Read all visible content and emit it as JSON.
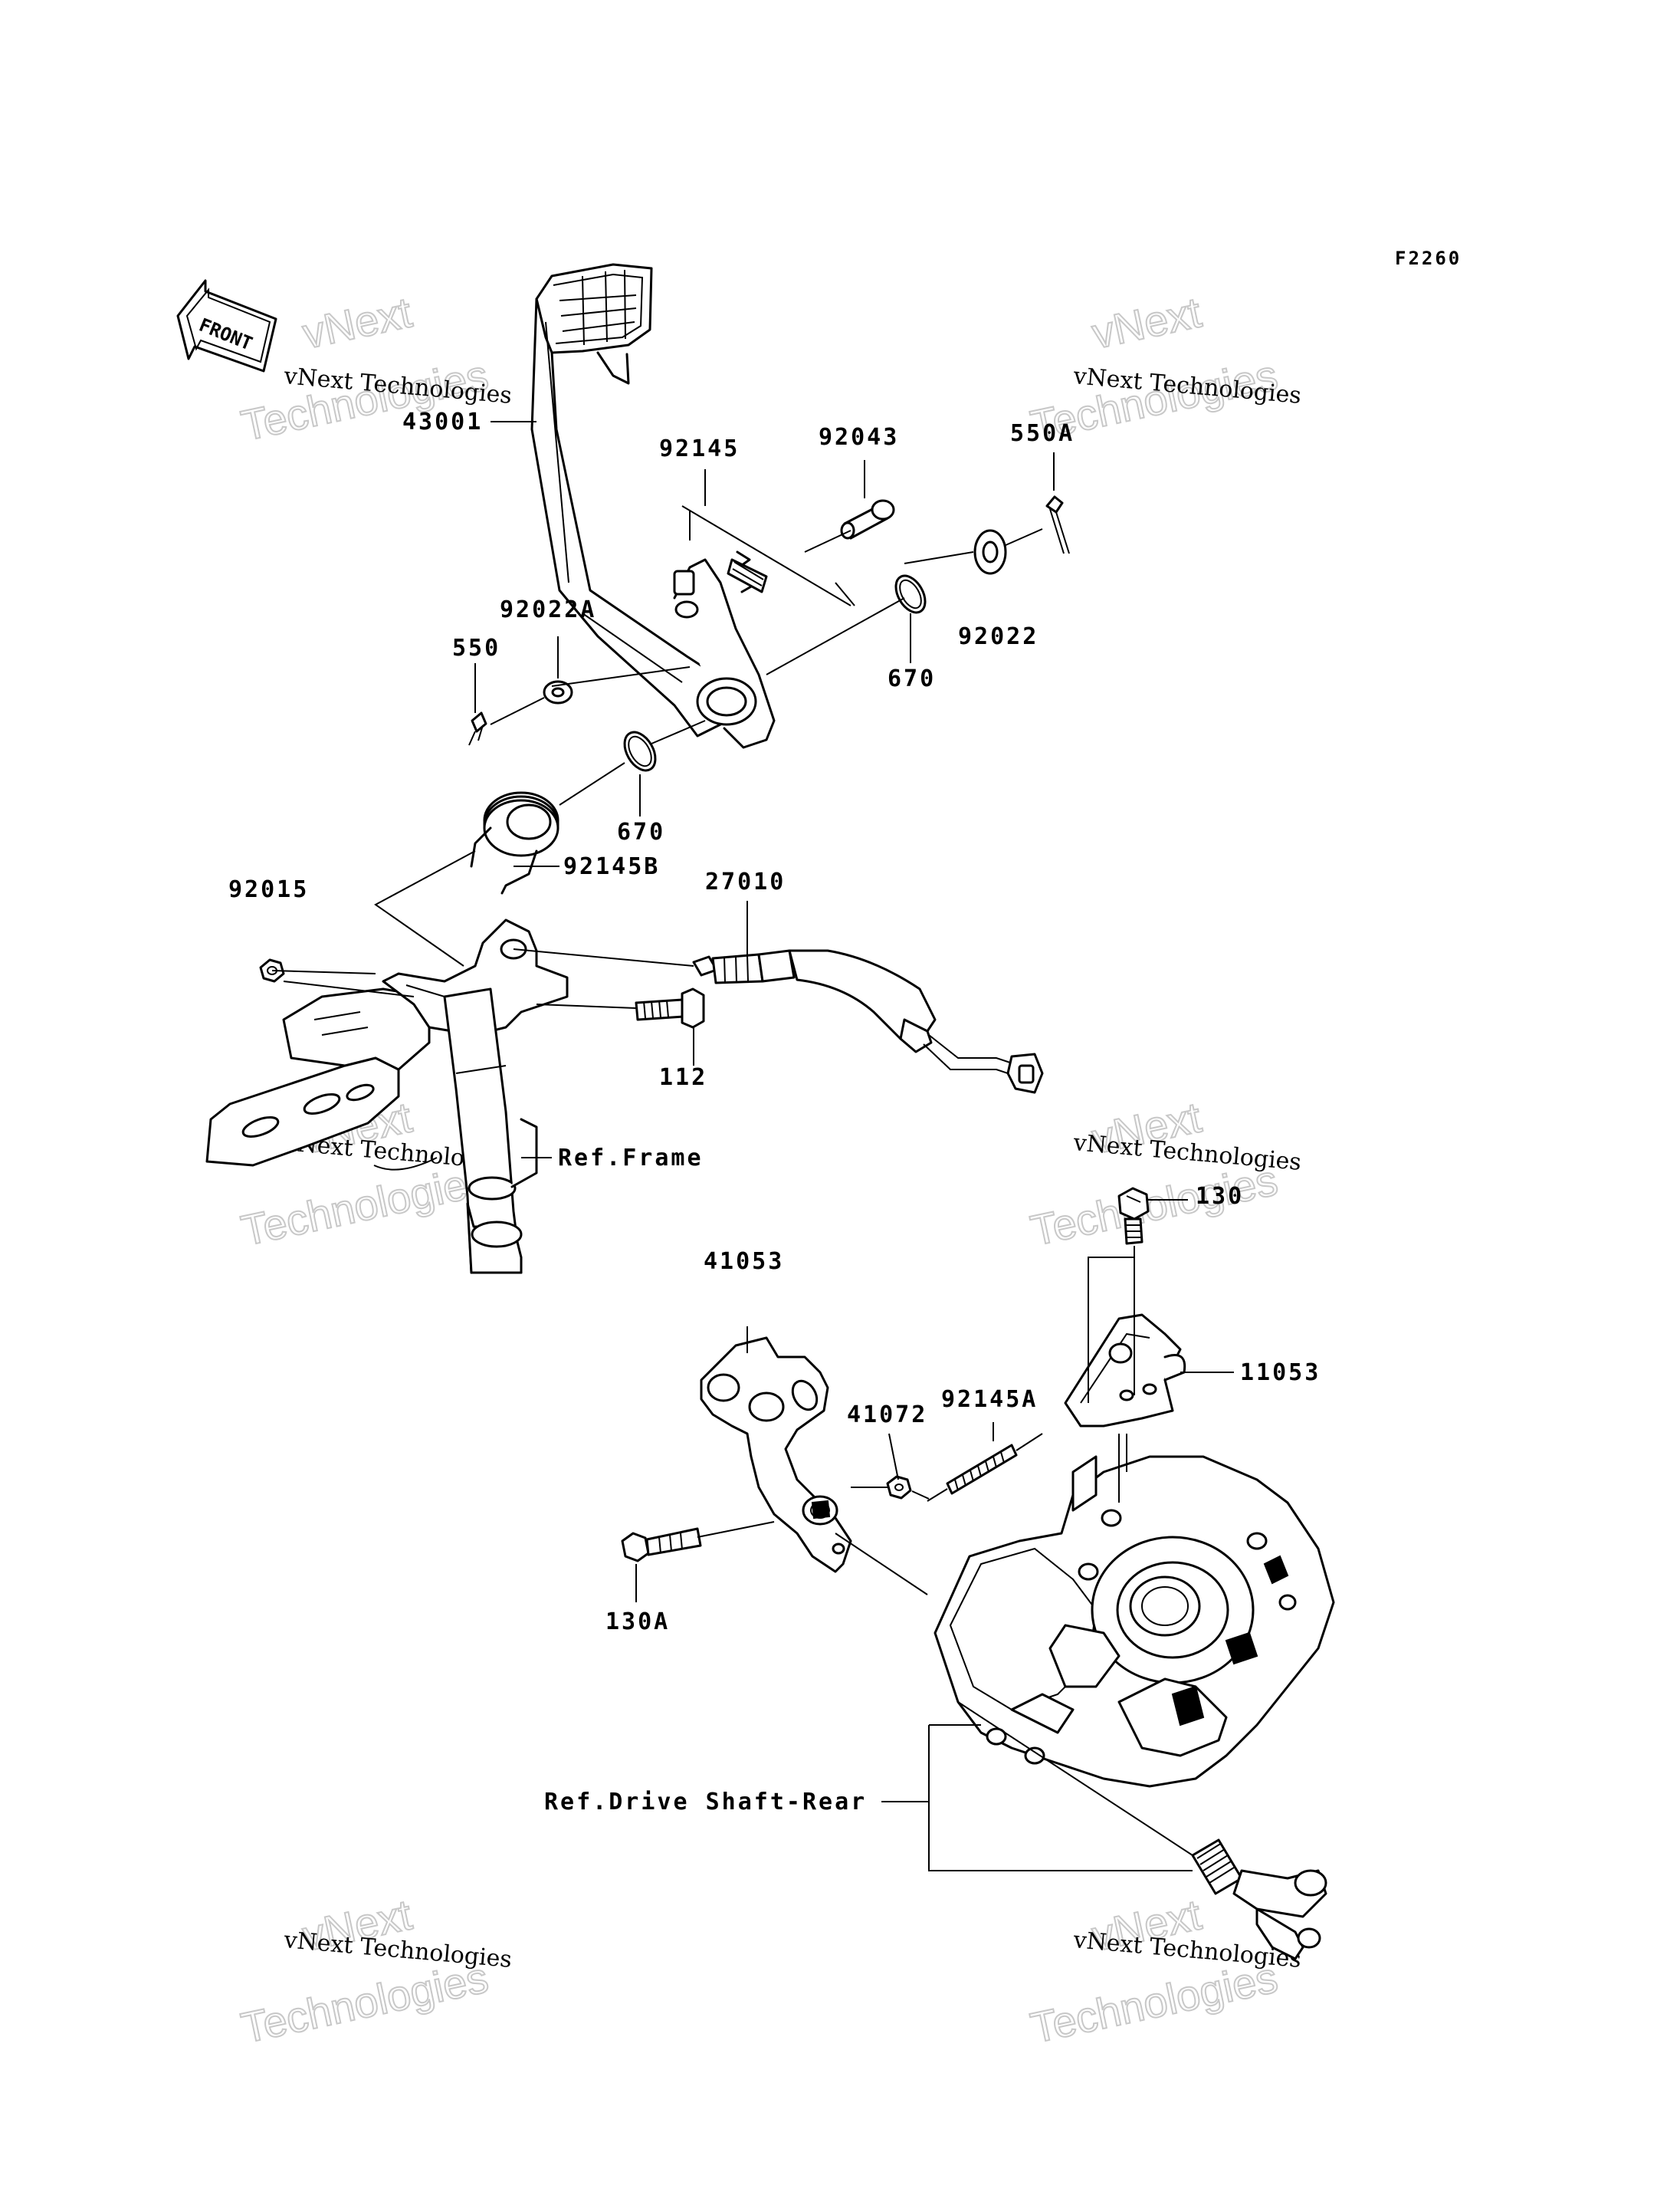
{
  "figure_code": "F2260",
  "front_arrow": {
    "text": "FRONT",
    "icon": "front-direction-arrow-icon"
  },
  "watermarks": [
    {
      "small": "vNext Technologies",
      "big_top": "vNext",
      "big_bottom": "Technologies"
    },
    {
      "small": "vNext Technologies",
      "big_top": "vNext",
      "big_bottom": "Technologies"
    },
    {
      "small": "vNext Technologies",
      "big_top": "vNext",
      "big_bottom": "Technologies"
    },
    {
      "small": "vNext Technologies",
      "big_top": "vNext",
      "big_bottom": "Technologies"
    },
    {
      "small": "vNext Technologies",
      "big_top": "vNext",
      "big_bottom": "Technologies"
    },
    {
      "small": "vNext Technologies",
      "big_top": "vNext",
      "big_bottom": "Technologies"
    }
  ],
  "parts": {
    "p43001": "43001",
    "p92145": "92145",
    "p92043": "92043",
    "p550A": "550A",
    "p92022A": "92022A",
    "p550": "550",
    "p92022": "92022",
    "p670a": "670",
    "p670b": "670",
    "p92145B": "92145B",
    "p27010": "27010",
    "p92015": "92015",
    "p112": "112",
    "p130": "130",
    "p41053": "41053",
    "p11053": "11053",
    "p41072": "41072",
    "p92145A": "92145A",
    "p130A": "130A"
  },
  "references": {
    "frame": "Ref.Frame",
    "drive_shaft": "Ref.Drive Shaft-Rear"
  }
}
